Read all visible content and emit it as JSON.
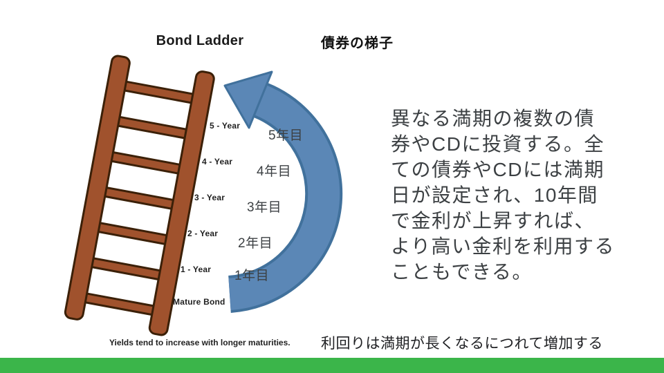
{
  "slide": {
    "title_ja": "債券の梯子",
    "body_lines": [
      "異なる満期の複数の債",
      "券やCDに投資する。全",
      "ての債券やCDには満期",
      "日が設定され、10年間",
      "で金利が上昇すれば、",
      "より高い金利を利用する",
      "こともできる。"
    ],
    "caption_ja": "利回りは満期が長くなるにつれて増加する",
    "accent_bar_color": "#3bb54a"
  },
  "diagram": {
    "title_en": "Bond Ladder",
    "caption_en": "Yields tend to increase with longer maturities.",
    "rung_labels_en": [
      "5 - Year",
      "4 - Year",
      "3 - Year",
      "2 - Year",
      "1 - Year"
    ],
    "base_label_en": "Mature Bond",
    "rung_labels_ja": [
      "5年目",
      "4年目",
      "3年目",
      "2年目",
      "1年目"
    ],
    "colors": {
      "ladder_fill": "#a0522d",
      "ladder_outline": "#3b2008",
      "arrow_fill": "#5b87b6",
      "arrow_outline": "#41719c"
    }
  }
}
